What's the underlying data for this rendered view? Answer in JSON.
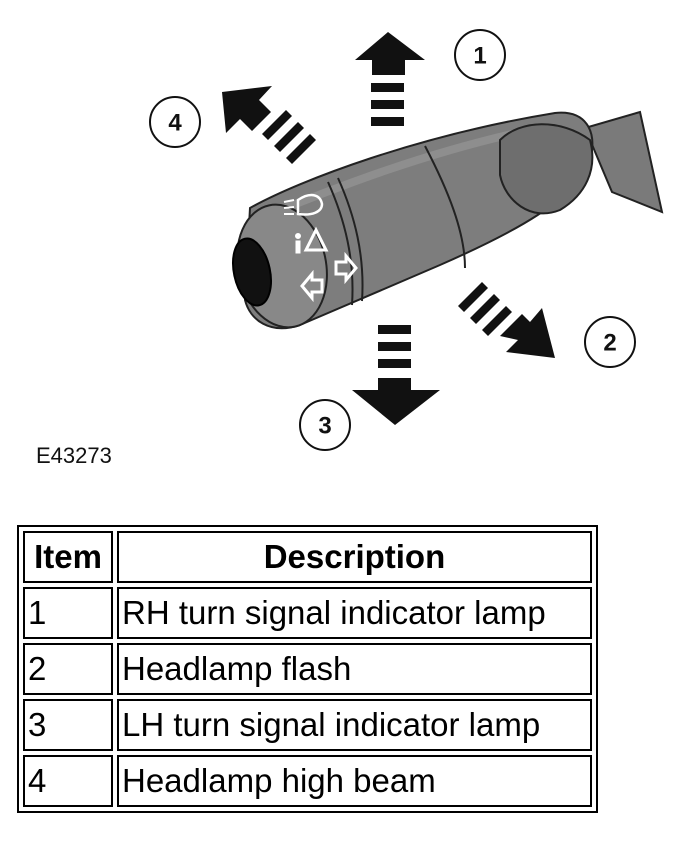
{
  "figure": {
    "reference": "E43273",
    "callouts": [
      "1",
      "2",
      "3",
      "4"
    ]
  },
  "table": {
    "headers": [
      "Item",
      "Description"
    ],
    "rows": [
      {
        "item": "1",
        "description": "RH turn signal indicator lamp"
      },
      {
        "item": "2",
        "description": "Headlamp flash"
      },
      {
        "item": "3",
        "description": "LH turn signal indicator lamp"
      },
      {
        "item": "4",
        "description": "Headlamp high beam"
      }
    ]
  }
}
